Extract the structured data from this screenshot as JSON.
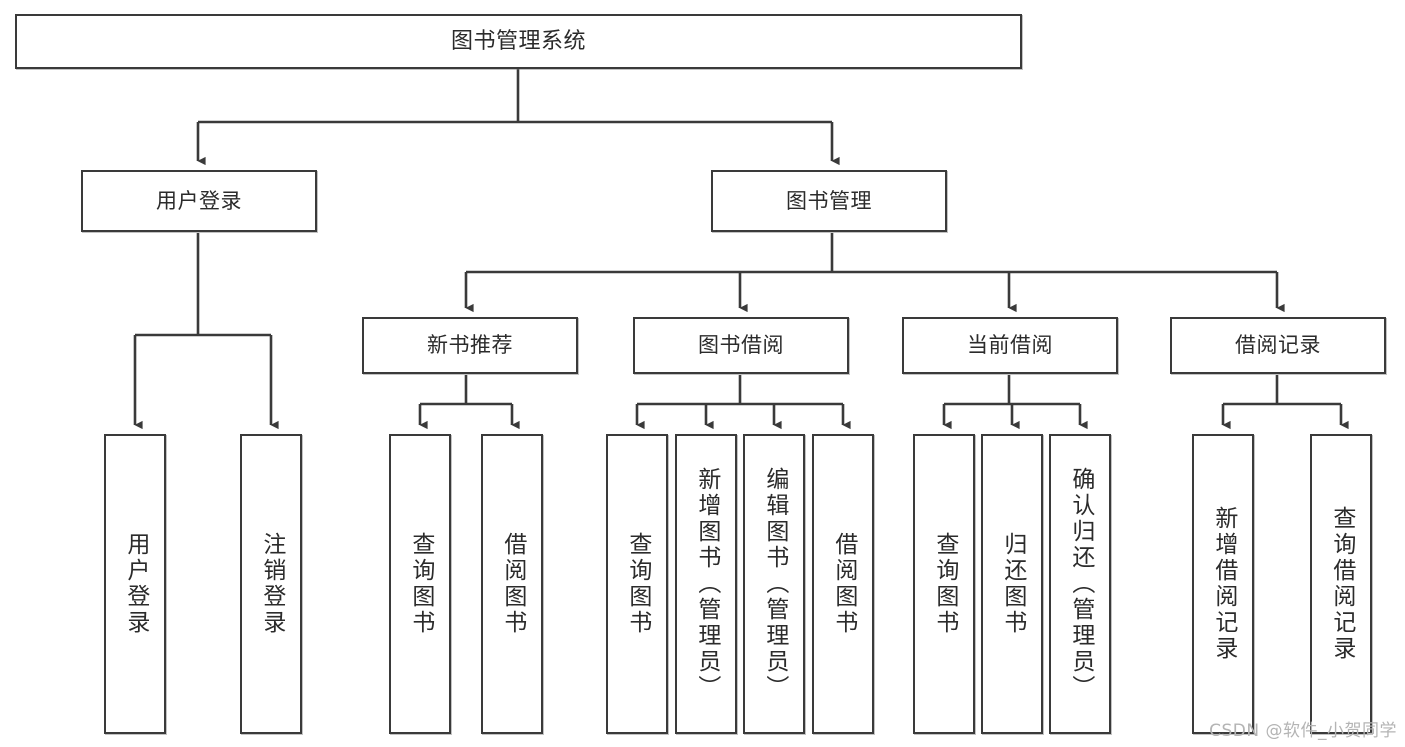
{
  "diagram": {
    "title": "图书管理系统",
    "type": "tree-hierarchy",
    "watermark": "CSDN @软件_小贺同学",
    "stroke_color": "#3a3a3a",
    "fill_color": "#ffffff",
    "text_color": "#2b2b2b",
    "watermark_color": "#b4b4b4"
  },
  "nodes": {
    "root": {
      "label": "图书管理系统"
    },
    "level2": [
      {
        "id": "user-login",
        "label": "用户登录"
      },
      {
        "id": "book-manage",
        "label": "图书管理"
      }
    ],
    "level3": [
      {
        "id": "new-book-rec",
        "label": "新书推荐"
      },
      {
        "id": "book-borrow",
        "label": "图书借阅"
      },
      {
        "id": "current-borrow",
        "label": "当前借阅"
      },
      {
        "id": "borrow-record",
        "label": "借阅记录"
      }
    ],
    "leaves": {
      "user_login": [
        {
          "id": "leaf-user-login",
          "label": "用户登录"
        },
        {
          "id": "leaf-logout",
          "label": "注销登录"
        }
      ],
      "new_book_rec": [
        {
          "id": "leaf-query-book-1",
          "label": "查询图书"
        },
        {
          "id": "leaf-borrow-book-1",
          "label": "借阅图书"
        }
      ],
      "book_borrow": [
        {
          "id": "leaf-query-book-2",
          "label": "查询图书"
        },
        {
          "id": "leaf-add-book",
          "label": "新增图书（管理员）"
        },
        {
          "id": "leaf-edit-book",
          "label": "编辑图书（管理员）"
        },
        {
          "id": "leaf-borrow-book-2",
          "label": "借阅图书"
        }
      ],
      "current_borrow": [
        {
          "id": "leaf-query-book-3",
          "label": "查询图书"
        },
        {
          "id": "leaf-return-book",
          "label": "归还图书"
        },
        {
          "id": "leaf-confirm-return",
          "label": "确认归还（管理员）"
        }
      ],
      "borrow_record": [
        {
          "id": "leaf-add-record",
          "label": "新增借阅记录"
        },
        {
          "id": "leaf-query-record",
          "label": "查询借阅记录"
        }
      ]
    }
  }
}
